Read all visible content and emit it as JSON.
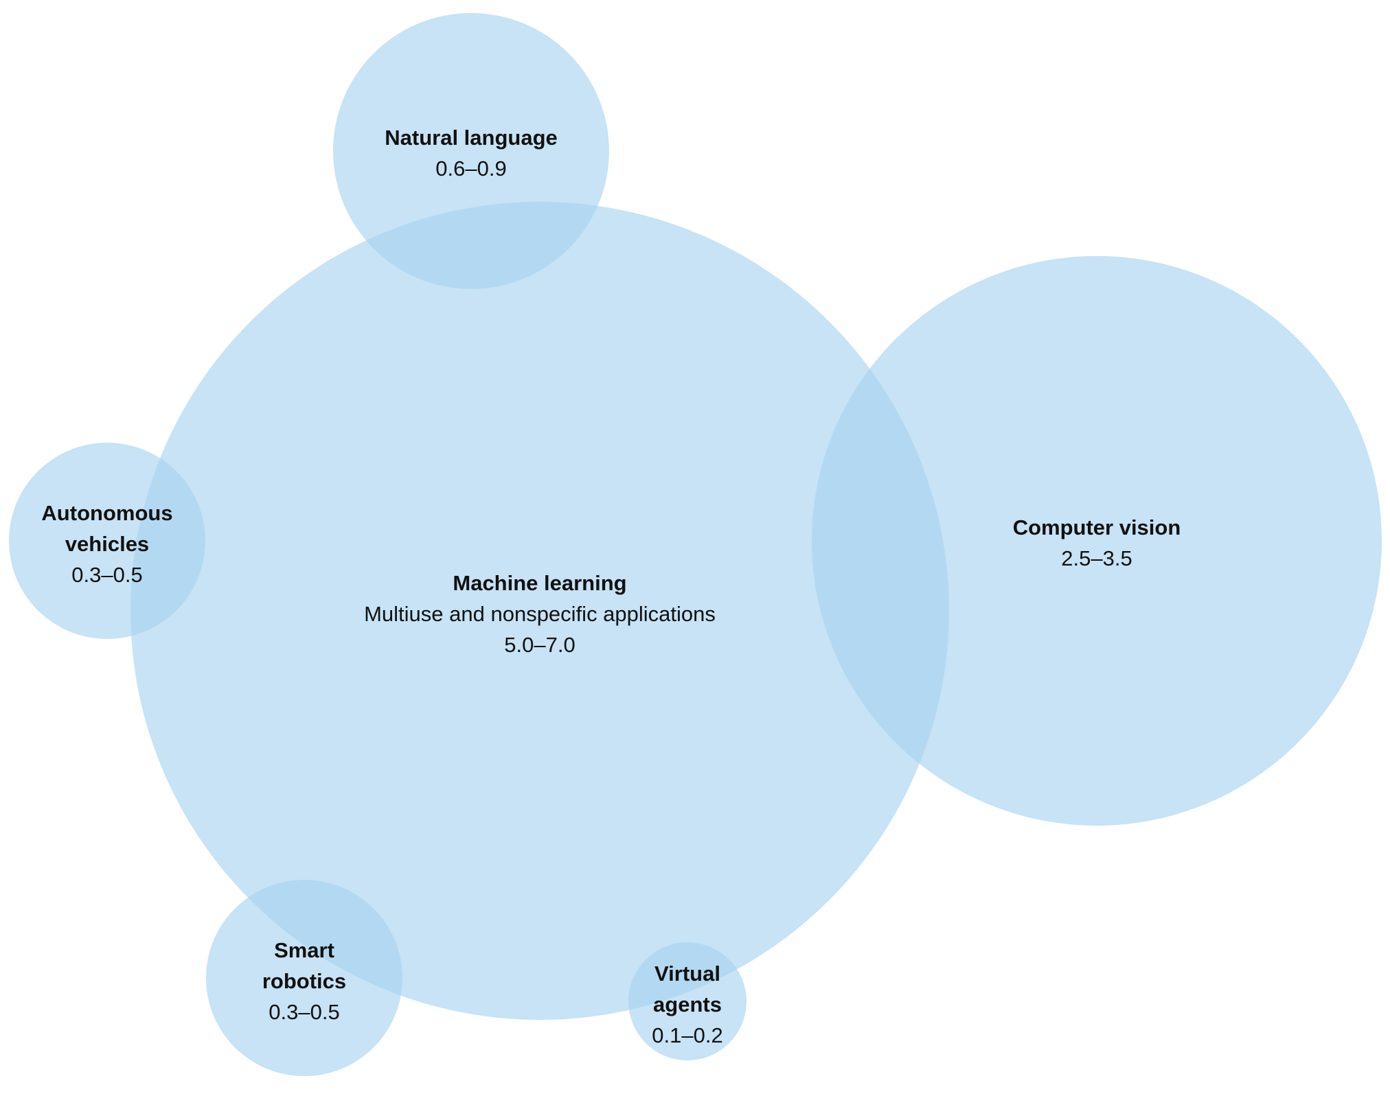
{
  "bubbles": {
    "machine_learning": {
      "name": "Machine learning",
      "subtitle": "Multiuse and nonspecific applications",
      "range": "5.0–7.0"
    },
    "computer_vision": {
      "name": "Computer vision",
      "range": "2.5–3.5"
    },
    "natural_language": {
      "name": "Natural language",
      "range": "0.6–0.9"
    },
    "autonomous_vehicles": {
      "name_line1": "Autonomous",
      "name_line2": "vehicles",
      "range": "0.3–0.5"
    },
    "smart_robotics": {
      "name_line1": "Smart",
      "name_line2": "robotics",
      "range": "0.3–0.5"
    },
    "virtual_agents": {
      "name_line1": "Virtual",
      "name_line2": "agents",
      "range": "0.1–0.2"
    }
  },
  "colors": {
    "bubble_fill": "#a8d3f0",
    "text": "#111111"
  }
}
